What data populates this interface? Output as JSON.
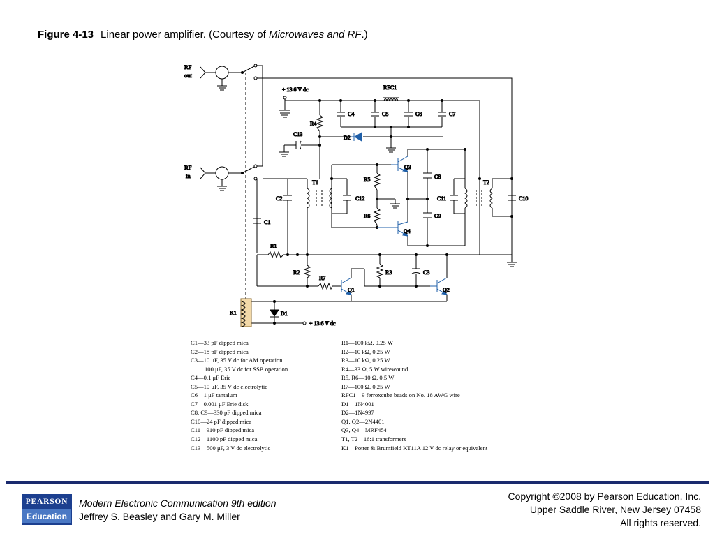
{
  "caption": {
    "label": "Figure 4-13",
    "text_before": "Linear power amplifier. (Courtesy of ",
    "text_italic": "Microwaves and RF",
    "text_after": ".)"
  },
  "schematic": {
    "rf_out": [
      "RF",
      "out"
    ],
    "rf_in": [
      "RF",
      "in"
    ],
    "supply_top": "+ 13.6 V dc",
    "supply_bottom": "+ 13.6 V dc",
    "labels": {
      "rfc1": "RFC1",
      "c4": "C4",
      "c5": "C5",
      "c6": "C6",
      "c7": "C7",
      "r4": "R4",
      "d2": "D2",
      "c13": "C13",
      "q3": "Q3",
      "q4": "Q4",
      "r5": "R5",
      "r6": "R6",
      "c12": "C12",
      "c8": "C8",
      "c9": "C9",
      "c11": "C11",
      "t1": "T1",
      "t2": "T2",
      "c10": "C10",
      "c2": "C2",
      "c1": "C1",
      "r1": "R1",
      "r2": "R2",
      "r7": "R7",
      "r3": "R3",
      "c3": "C3",
      "q1": "Q1",
      "q2": "Q2",
      "k1": "K1",
      "d1": "D1"
    }
  },
  "parts_left": [
    "C1—33 pF dipped mica",
    "C2—18 pF dipped mica",
    "C3—10 μF, 35 V dc for AM operation",
    "100 μF, 35 V dc for SSB operation",
    "C4—0.1 μF Erie",
    "C5—10 μF, 35 V dc electrolytic",
    "C6—1 μF tantalum",
    "C7—0.001 μF Erie disk",
    "C8, C9—330 pF dipped mica",
    "C10—24 pF dipped mica",
    "C11—910 pF dipped mica",
    "C12—1100 pF dipped mica",
    "C13—500 μF, 3 V dc electrolytic"
  ],
  "parts_right": [
    "R1—100 kΩ, 0.25 W",
    "R2—10 kΩ, 0.25 W",
    "R3—10 kΩ, 0.25 W",
    "R4—33 Ω, 5 W wirewound",
    "R5, R6—10 Ω, 0.5 W",
    "R7—100 Ω, 0.25 W",
    "RFC1—9 ferroxcube beads on No. 18 AWG wire",
    "D1—1N4001",
    "D2—1N4997",
    "Q1, Q2—2N4401",
    "Q3, Q4—MRF454",
    "T1, T2—16:1 transformers",
    "K1—Potter & Brumfield KT11A 12 V dc relay or equivalent"
  ],
  "footer": {
    "logo_top": "PEARSON",
    "logo_bottom": "Education",
    "book_title": "Modern Electronic Communication 9th edition",
    "authors": "Jeffrey S. Beasley and Gary M. Miller",
    "copyright_1": "Copyright ©2008 by Pearson Education, Inc.",
    "copyright_2": "Upper Saddle River, New Jersey 07458",
    "copyright_3": "All rights reserved."
  },
  "colors": {
    "footer_rule": "#1a2a6e",
    "logo_dark": "#1c3f8f",
    "logo_light": "#4a78c4",
    "component_blue": "#1f5fa8",
    "relay_fill": "#f3d9a8",
    "rf_label": "#b0302a"
  }
}
